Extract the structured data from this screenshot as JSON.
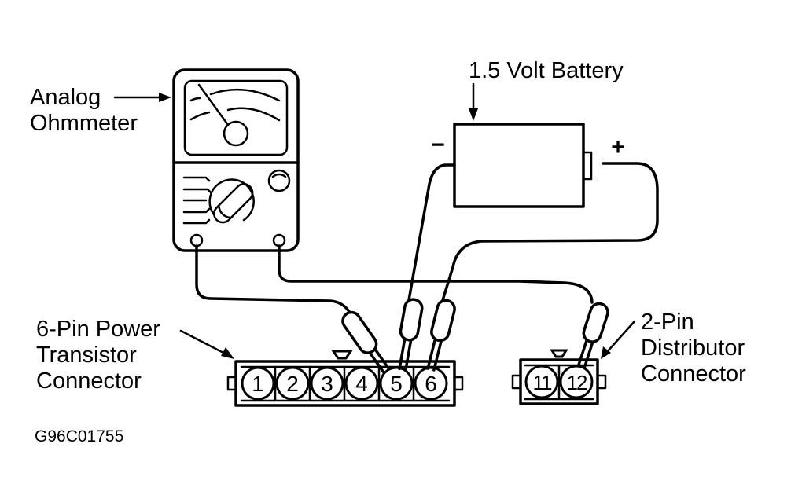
{
  "diagram": {
    "labels": {
      "ohmmeter_line1": "Analog",
      "ohmmeter_line2": "Ohmmeter",
      "battery": "1.5 Volt Battery",
      "battery_negative": "−",
      "battery_positive": "+",
      "six_pin_line1": "6-Pin Power",
      "six_pin_line2": "Transistor",
      "six_pin_line3": "Connector",
      "two_pin_line1": "2-Pin",
      "two_pin_line2": "Distributor",
      "two_pin_line3": "Connector",
      "figure_code": "G96C01755"
    },
    "six_pin_connector": {
      "pins": [
        "1",
        "2",
        "3",
        "4",
        "5",
        "6"
      ]
    },
    "two_pin_connector": {
      "pins": [
        "11",
        "12"
      ]
    },
    "connections": [
      {
        "from": "ohmmeter-left-terminal",
        "to": "pin-5"
      },
      {
        "from": "ohmmeter-right-terminal",
        "to": "pin-12"
      },
      {
        "from": "battery-negative",
        "to": "pin-5"
      },
      {
        "from": "battery-positive",
        "to": "pin-6"
      }
    ]
  }
}
